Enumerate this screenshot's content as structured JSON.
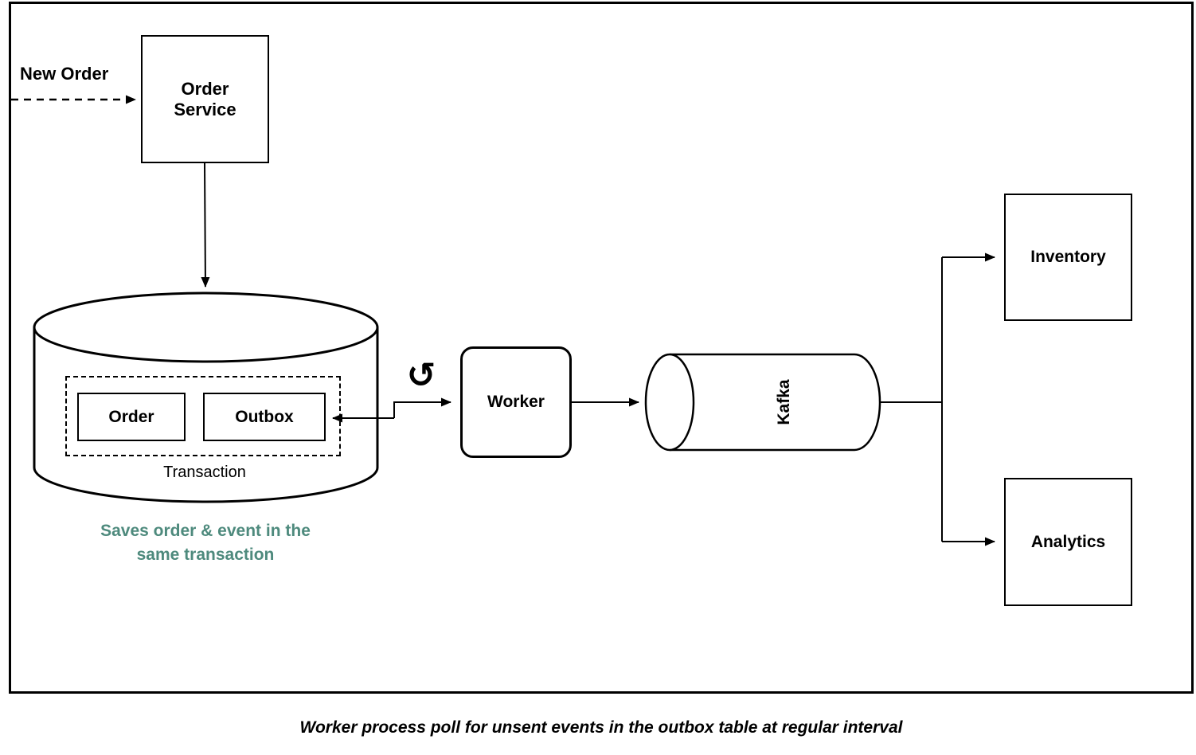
{
  "diagram": {
    "caption": "Worker process poll for unsent events in the outbox table at regular interval",
    "nodes": {
      "new_order_label": "New Order",
      "order_service": "Order Service",
      "worker": "Worker",
      "kafka": "Kafka",
      "inventory": "Inventory",
      "analytics": "Analytics"
    },
    "database": {
      "order_table": "Order",
      "outbox_table": "Outbox",
      "transaction_label": "Transaction",
      "note_line1": "Saves order & event in the",
      "note_line2": "same transaction"
    },
    "icons": {
      "refresh": "↺"
    },
    "colors": {
      "stroke": "#000000",
      "background": "#ffffff",
      "note_text": "#4e8a7d"
    }
  }
}
